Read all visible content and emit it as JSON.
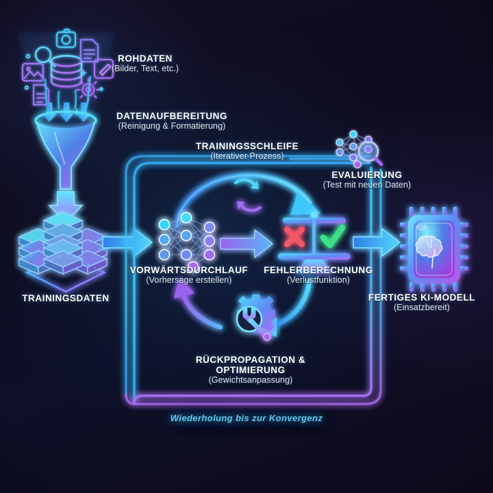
{
  "diagram": {
    "title_language": "de",
    "background_color": "#0f0a1d",
    "accent_cyan": "#3fd2f5",
    "accent_blue": "#3a8dff",
    "accent_purple": "#a46cf0",
    "accent_green": "#3ee08a",
    "accent_red": "#f2596b"
  },
  "nodes": {
    "raw_data": {
      "title": "ROHDATEN",
      "subtitle": "(Bilder, Text, etc.)",
      "icon": "data-sources-cluster-icon"
    },
    "data_prep": {
      "title": "DATENAUFBEREITUNG",
      "subtitle": "(Reinigung & Formatierung)",
      "icon": "funnel-icon"
    },
    "training_data": {
      "title": "TRAININGSDATEN",
      "subtitle": "",
      "icon": "database-stacks-icon"
    },
    "forward_pass": {
      "title": "VORWÄRTSDURCHLAUF",
      "subtitle": "(Vorhersage erstellen)",
      "icon": "neural-network-icon"
    },
    "loss": {
      "title": "FEHLERBERECHNUNG",
      "subtitle": "(Verlustfunktion)",
      "icon": "balance-scale-icon"
    },
    "backprop": {
      "title": "RÜCKPROPAGATION &",
      "title2": "OPTIMIERUNG",
      "subtitle": "(Gewichtsanpassung)",
      "icon": "gear-wrench-icon"
    },
    "evaluation": {
      "title": "EVALUIERUNG",
      "subtitle": "(Test mit neuen Daten)",
      "icon": "network-magnifier-icon"
    },
    "final_model": {
      "title": "FERTIGES KI-MODELL",
      "subtitle": "(Einsatzbereit)",
      "icon": "brain-chip-icon"
    },
    "training_loop": {
      "title": "TRAININGSSCHLEIFE",
      "subtitle": "(Iterativer Prozess)",
      "icon": "refresh-cycle-icon"
    }
  },
  "loop_caption": "Wiederholung bis zur Konvergenz",
  "icon_glyphs": {
    "magnifier": "search-icon",
    "camera": "camera-icon",
    "document": "document-icon",
    "image": "image-icon",
    "pencil": "pencil-icon",
    "gear": "gear-icon",
    "database": "database-icon",
    "cross": "cross-mark-icon",
    "check": "check-mark-icon"
  }
}
